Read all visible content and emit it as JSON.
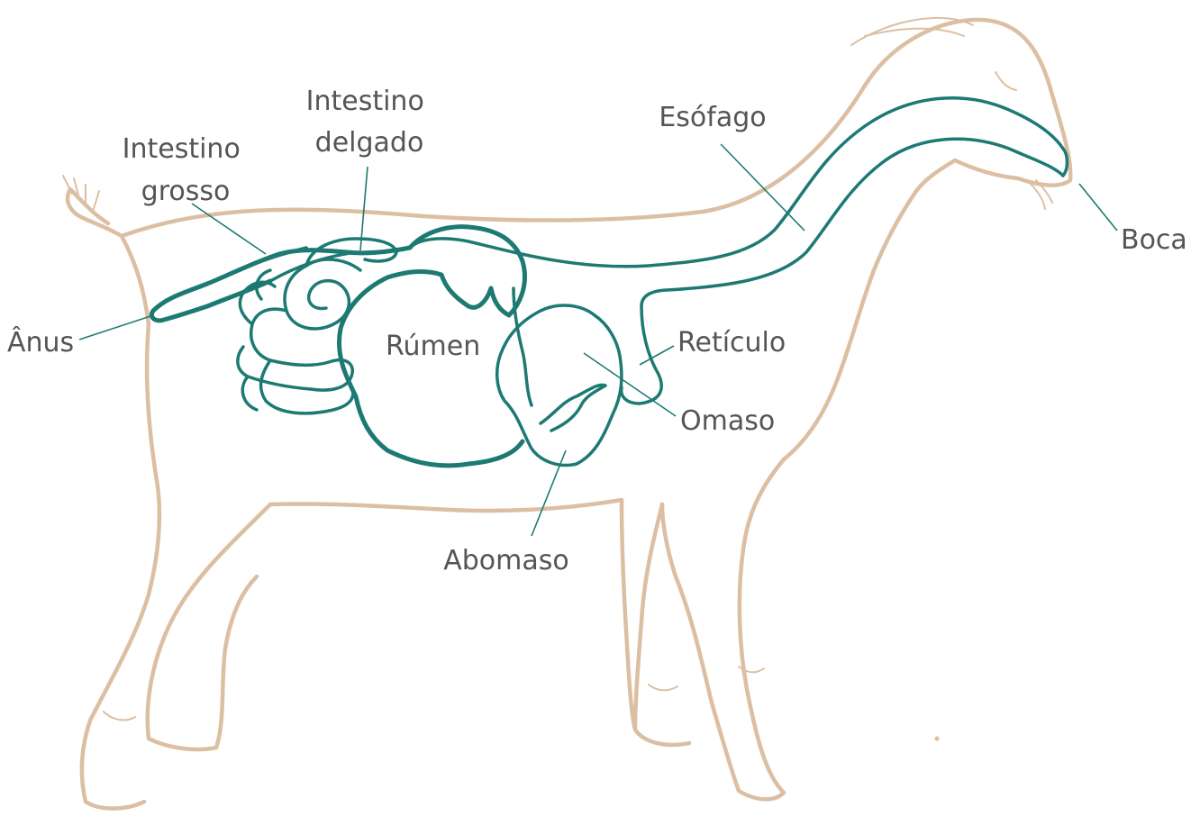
{
  "labels": {
    "intestino_grosso": [
      "Intestino",
      "grosso"
    ],
    "intestino_delgado": [
      "Intestino",
      "delgado"
    ],
    "esofago": "Esófago",
    "boca": "Boca",
    "anus": "Ânus",
    "rumen": "Rúmen",
    "reticulo": "Retículo",
    "omaso": "Omaso",
    "abomaso": "Abomaso"
  },
  "colors": {
    "goat_outline": "#dcbfa3",
    "digestive_tract": "#1d7a73",
    "label_text": "#555555"
  }
}
